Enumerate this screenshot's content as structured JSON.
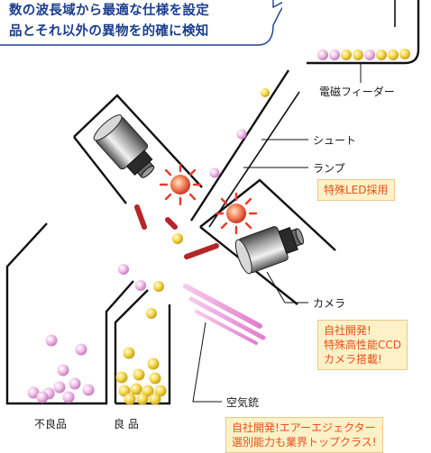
{
  "callout": {
    "line1": "数の波長域から最適な仕様を設定",
    "line2": "品とそれ以外の異物を的確に検知"
  },
  "labels": {
    "feeder": "電磁フィーダー",
    "chute": "シュート",
    "lamp": "ランプ",
    "camera": "カメラ",
    "air_gun": "空気銃",
    "reject": "不良品",
    "good": "良 品"
  },
  "badges": {
    "lamp": [
      "特殊LED採用"
    ],
    "camera": [
      "自社開発!",
      "特殊高性能CCD",
      "カメラ搭載!"
    ],
    "ejector": [
      "自社開発!エアーエジェクター",
      "選別能力も業界トップクラス!"
    ]
  },
  "colors": {
    "good_item": "#f3d33a",
    "reject_item": "#e9a6de",
    "callout_text": "#1a3d8f",
    "badge_text": "#e8501a",
    "badge_fill": "#fdf1c8",
    "lamp_glow": "#e83a2c",
    "divider": "#b5262a"
  }
}
